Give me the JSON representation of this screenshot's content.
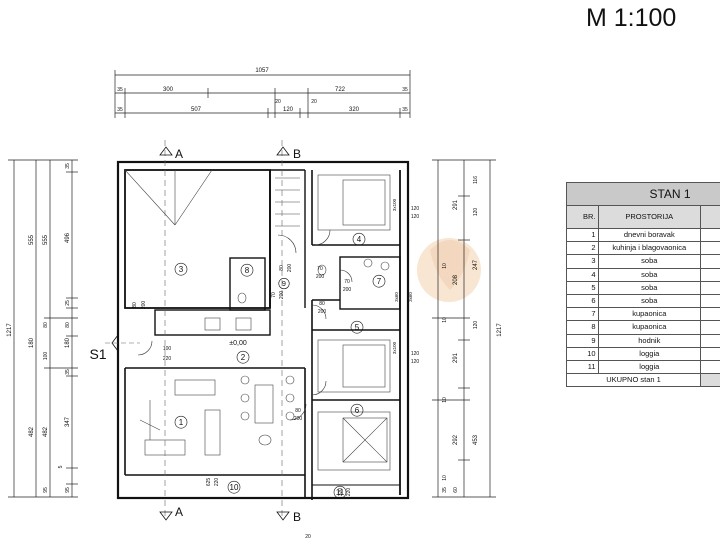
{
  "scale_label": "M 1:100",
  "table": {
    "title": "STAN 1",
    "col_br": "BR.",
    "col_room": "PROSTORIJA",
    "rows": [
      {
        "br": "1",
        "name": "dnevni boravak"
      },
      {
        "br": "2",
        "name": "kuhinja i blagovaonica"
      },
      {
        "br": "3",
        "name": "soba"
      },
      {
        "br": "4",
        "name": "soba"
      },
      {
        "br": "5",
        "name": "soba"
      },
      {
        "br": "6",
        "name": "soba"
      },
      {
        "br": "7",
        "name": "kupaonica"
      },
      {
        "br": "8",
        "name": "kupaonica"
      },
      {
        "br": "9",
        "name": "hodnik"
      },
      {
        "br": "10",
        "name": "loggia"
      },
      {
        "br": "11",
        "name": "loggia"
      }
    ],
    "total_label": "UKUPNO stan 1"
  },
  "dims": {
    "top_total": "1057",
    "top_300": "300",
    "top_722": "722",
    "top_35a": "35",
    "top_35b": "35",
    "top_20a": "20",
    "top_20b": "20",
    "top_507": "507",
    "top_120": "120",
    "top_320": "320",
    "top_35c": "35",
    "top_35d": "35",
    "left_1217": "1217",
    "left_555a": "555",
    "left_555b": "555",
    "left_496": "496",
    "left_35a": "35",
    "left_25": "25",
    "left_80a": "80",
    "left_80b": "80",
    "left_180a": "180",
    "left_180b": "180",
    "left_100": "100",
    "left_35b": "35",
    "left_482a": "482",
    "left_482b": "482",
    "left_347": "347",
    "left_5": "5",
    "left_95": "95",
    "left_95b": "95",
    "right_1217": "1217",
    "right_116": "116",
    "right_291a": "291",
    "right_120a": "120",
    "right_247": "247",
    "right_10a": "10",
    "right_208": "208",
    "right_10b": "10",
    "right_120b": "120",
    "right_291b": "291",
    "right_10c": "10",
    "right_453": "453",
    "right_292": "292",
    "right_10d": "10",
    "right_60": "60",
    "right_35": "35",
    "bottom_20": "20"
  },
  "sections": {
    "a": "A",
    "b": "B",
    "s1": "S1"
  },
  "rooms": {
    "r1": "1",
    "r2": "2",
    "r3": "3",
    "r4": "4",
    "r5": "5",
    "r6": "6",
    "r7": "7",
    "r8": "8",
    "r9": "9",
    "r10": "10",
    "r11": "11"
  },
  "level": "±0,00",
  "openings": {
    "o1": "80",
    "o1b": "200",
    "o2": "100",
    "o2b": "220",
    "o3": "70",
    "o3b": "200",
    "o4": "80",
    "o4b": "200",
    "o5": "70",
    "o5b": "200",
    "o6": "70",
    "o6b": "200",
    "o7": "80",
    "o7b": "200",
    "o8": "625",
    "o8b": "220",
    "o9": "320",
    "o9b": "220",
    "o10": "80",
    "o10b": "200",
    "o11": "3x100",
    "o12": "3x100",
    "o13": "120",
    "o14": "120",
    "o15": "120",
    "o16": "120",
    "o17": "3x60",
    "o18": "3x60"
  }
}
